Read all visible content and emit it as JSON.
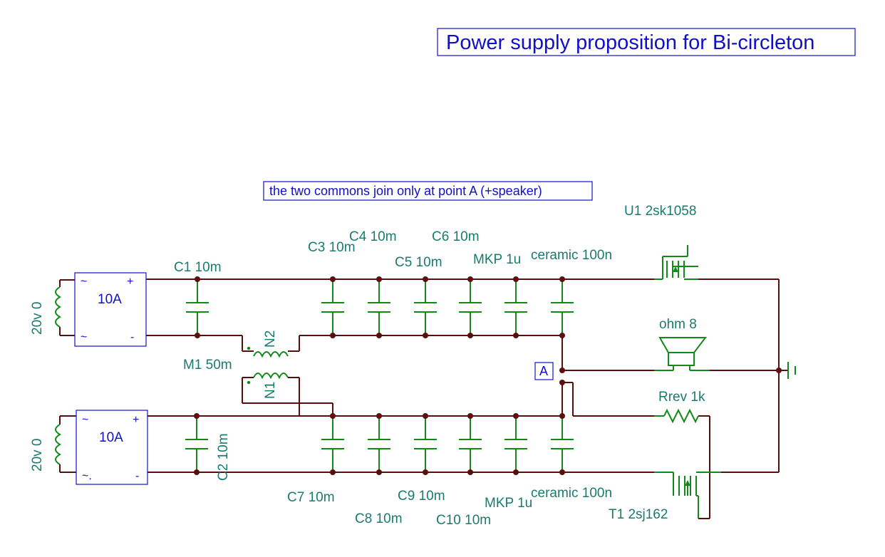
{
  "title": "Power supply proposition for Bi-circleton",
  "note": "the two commons join only at point A (+speaker)",
  "bridge_top": {
    "rating": "10A",
    "plus": "+",
    "minus": "-",
    "ac1": "~",
    "ac2": "~"
  },
  "bridge_bottom": {
    "rating": "10A",
    "plus": "+",
    "minus": "-",
    "ac1": "~",
    "ac2": "~."
  },
  "transformer_top_label": "20v 0",
  "transformer_bottom_label": "20v 0",
  "labels": {
    "c1": "C1 10m",
    "c2": "C2 10m",
    "c3": "C3 10m",
    "c4": "C4 10m",
    "c5": "C5 10m",
    "c6": "C6 10m",
    "mkp_top": "MKP 1u",
    "ceramic_top": "ceramic 100n",
    "c7": "C7 10m",
    "c8": "C8 10m",
    "c9": "C9 10m",
    "c10": "C10 10m",
    "mkp_bottom": "MKP 1u",
    "ceramic_bottom": "ceramic 100n",
    "m1": "M1 50m",
    "n1": "N1",
    "n2": "N2",
    "u1": "U1 2sk1058",
    "t1": "T1 2sj162",
    "speaker": "ohm 8",
    "rrev": "Rrev 1k",
    "point_a": "A"
  }
}
